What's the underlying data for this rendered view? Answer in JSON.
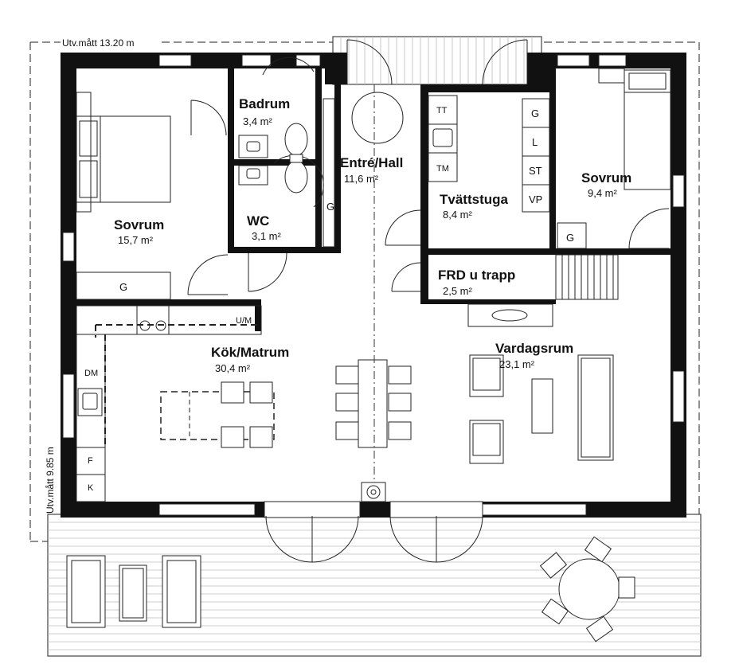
{
  "dimensions": {
    "width_label": "Utv.mått 13.20 m",
    "height_label": "Utv.mått 9.85 m"
  },
  "rooms": {
    "sovrum_left": {
      "name": "Sovrum",
      "area": "15,7 m²"
    },
    "badrum": {
      "name": "Badrum",
      "area": "3,4 m²"
    },
    "wc": {
      "name": "WC",
      "area": "3,1 m²"
    },
    "entre": {
      "name": "Entré/Hall",
      "area": "11,6 m²"
    },
    "tvattstuga": {
      "name": "Tvättstuga",
      "area": "8,4 m²"
    },
    "sovrum_right": {
      "name": "Sovrum",
      "area": "9,4 m²"
    },
    "frd": {
      "name": "FRD u trapp",
      "area": "2,5 m²"
    },
    "kok": {
      "name": "Kök/Matrum",
      "area": "30,4 m²"
    },
    "vardagsrum": {
      "name": "Vardagsrum",
      "area": "23,1 m²"
    }
  },
  "labels": {
    "g_sovrum_left": "G",
    "g_hall": "G",
    "g_sovrum_right": "G",
    "tt": "TT",
    "tm": "TM",
    "g_laundry": "G",
    "l_laundry": "L",
    "st_laundry": "ST",
    "vp_laundry": "VP",
    "um": "U/M",
    "dm": "DM",
    "f": "F",
    "k": "K"
  }
}
